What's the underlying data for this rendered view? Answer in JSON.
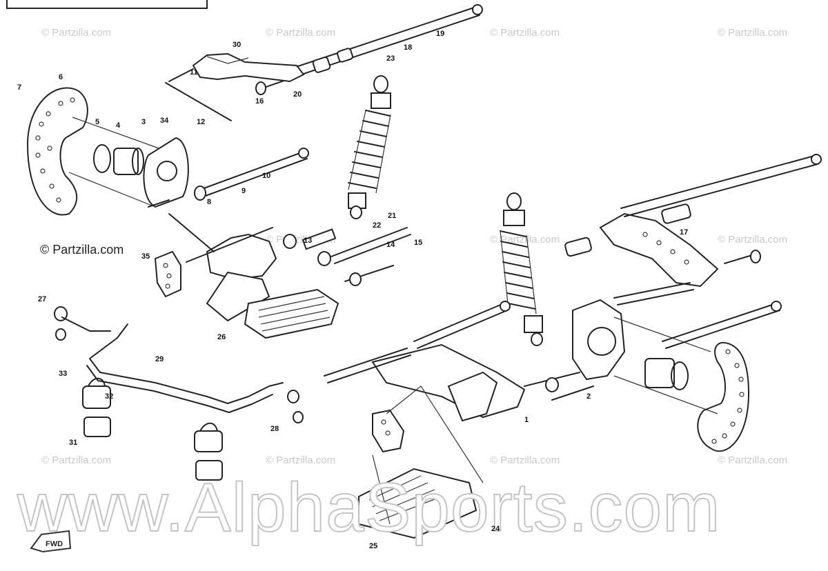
{
  "watermarks": {
    "partzilla": "© Partzilla.com",
    "partzilla_overlay": "© Partzilla.com",
    "alphasports": "www.AlphaSports.com"
  },
  "orientation_badge": "FWD",
  "callouts": {
    "c1": "1",
    "c2": "2",
    "c3": "3",
    "c4": "4",
    "c5": "5",
    "c6": "6",
    "c7": "7",
    "c8": "8",
    "c9": "9",
    "c10": "10",
    "c11": "11",
    "c12": "12",
    "c13": "13",
    "c14": "14",
    "c15": "15",
    "c16": "16",
    "c17": "17",
    "c18": "18",
    "c19": "19",
    "c20": "20",
    "c21": "21",
    "c22": "22",
    "c23": "23",
    "c24": "24",
    "c25": "25",
    "c26": "26",
    "c27": "27",
    "c28": "28",
    "c29": "29",
    "c30": "30",
    "c31": "31",
    "c32": "32",
    "c33": "33",
    "c34": "34",
    "c35": "35"
  }
}
